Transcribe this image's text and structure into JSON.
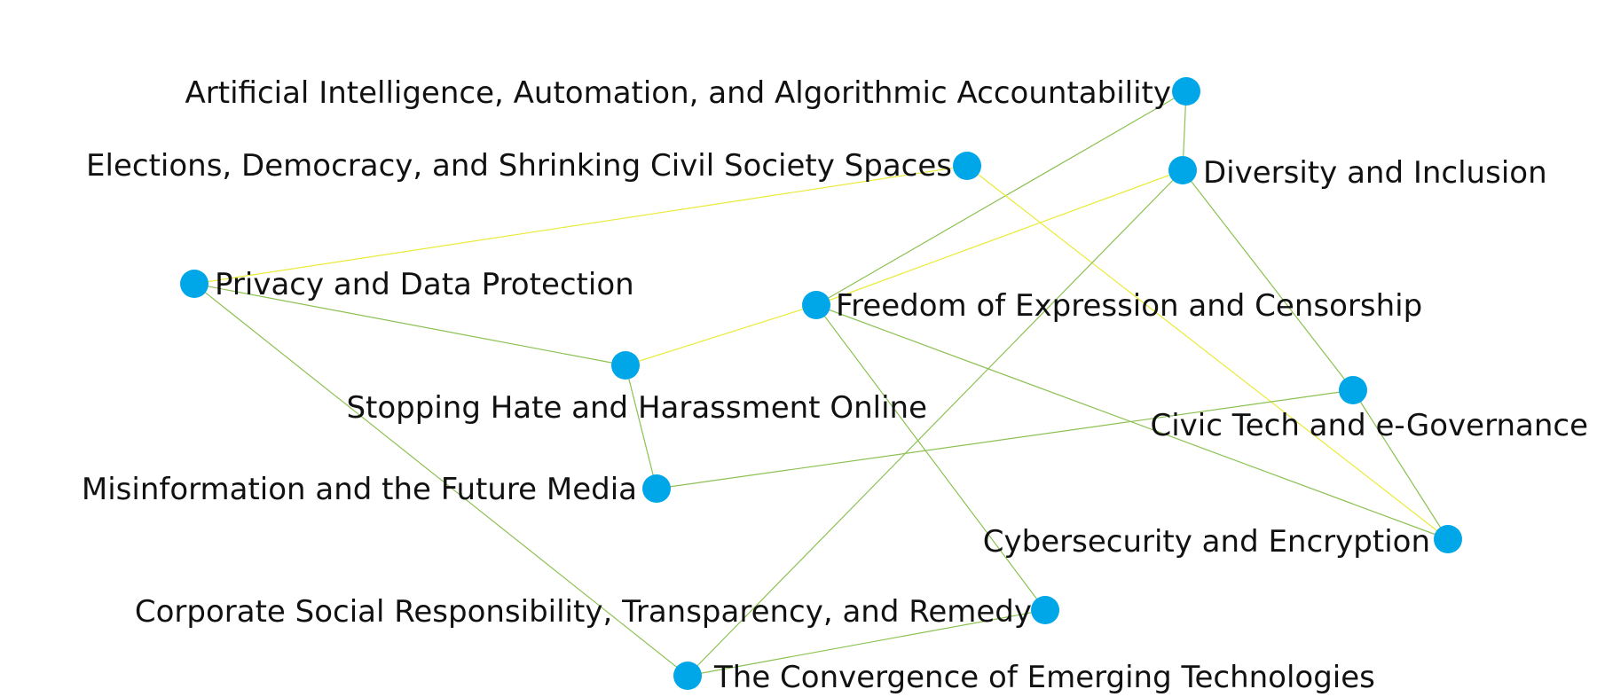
{
  "colors": {
    "node": "#00a7e8",
    "edge_green": "#8cc152",
    "edge_yellow": "#eaea3a",
    "label": "#111111"
  },
  "nodes": [
    {
      "id": "ai",
      "label": "Artificial Intelligence, Automation, and Algorithmic Accountability"
    },
    {
      "id": "elections",
      "label": "Elections, Democracy, and Shrinking Civil Society Spaces"
    },
    {
      "id": "diversity",
      "label": "Diversity and Inclusion"
    },
    {
      "id": "privacy",
      "label": "Privacy and Data Protection"
    },
    {
      "id": "freedom",
      "label": "Freedom of Expression and Censorship"
    },
    {
      "id": "hate",
      "label": "Stopping Hate and Harassment Online"
    },
    {
      "id": "civic",
      "label": "Civic Tech and e-Governance"
    },
    {
      "id": "misinfo",
      "label": "Misinformation and the Future Media"
    },
    {
      "id": "cyber",
      "label": "Cybersecurity and Encryption"
    },
    {
      "id": "csr",
      "label": "Corporate Social Responsibility, Transparency, and Remedy"
    },
    {
      "id": "convergence",
      "label": "The Convergence of Emerging Technologies"
    }
  ],
  "edges": [
    {
      "from": "ai",
      "to": "diversity",
      "color": "green"
    },
    {
      "from": "ai",
      "to": "freedom",
      "color": "green"
    },
    {
      "from": "elections",
      "to": "privacy",
      "color": "yellow"
    },
    {
      "from": "elections",
      "to": "cyber",
      "color": "yellow"
    },
    {
      "from": "diversity",
      "to": "freedom",
      "color": "yellow"
    },
    {
      "from": "diversity",
      "to": "civic",
      "color": "green"
    },
    {
      "from": "diversity",
      "to": "convergence",
      "color": "green"
    },
    {
      "from": "privacy",
      "to": "hate",
      "color": "green"
    },
    {
      "from": "privacy",
      "to": "convergence",
      "color": "green"
    },
    {
      "from": "freedom",
      "to": "hate",
      "color": "yellow"
    },
    {
      "from": "freedom",
      "to": "csr",
      "color": "green"
    },
    {
      "from": "freedom",
      "to": "cyber",
      "color": "green"
    },
    {
      "from": "hate",
      "to": "misinfo",
      "color": "green"
    },
    {
      "from": "misinfo",
      "to": "civic",
      "color": "green"
    },
    {
      "from": "civic",
      "to": "cyber",
      "color": "green"
    },
    {
      "from": "csr",
      "to": "convergence",
      "color": "green"
    }
  ]
}
